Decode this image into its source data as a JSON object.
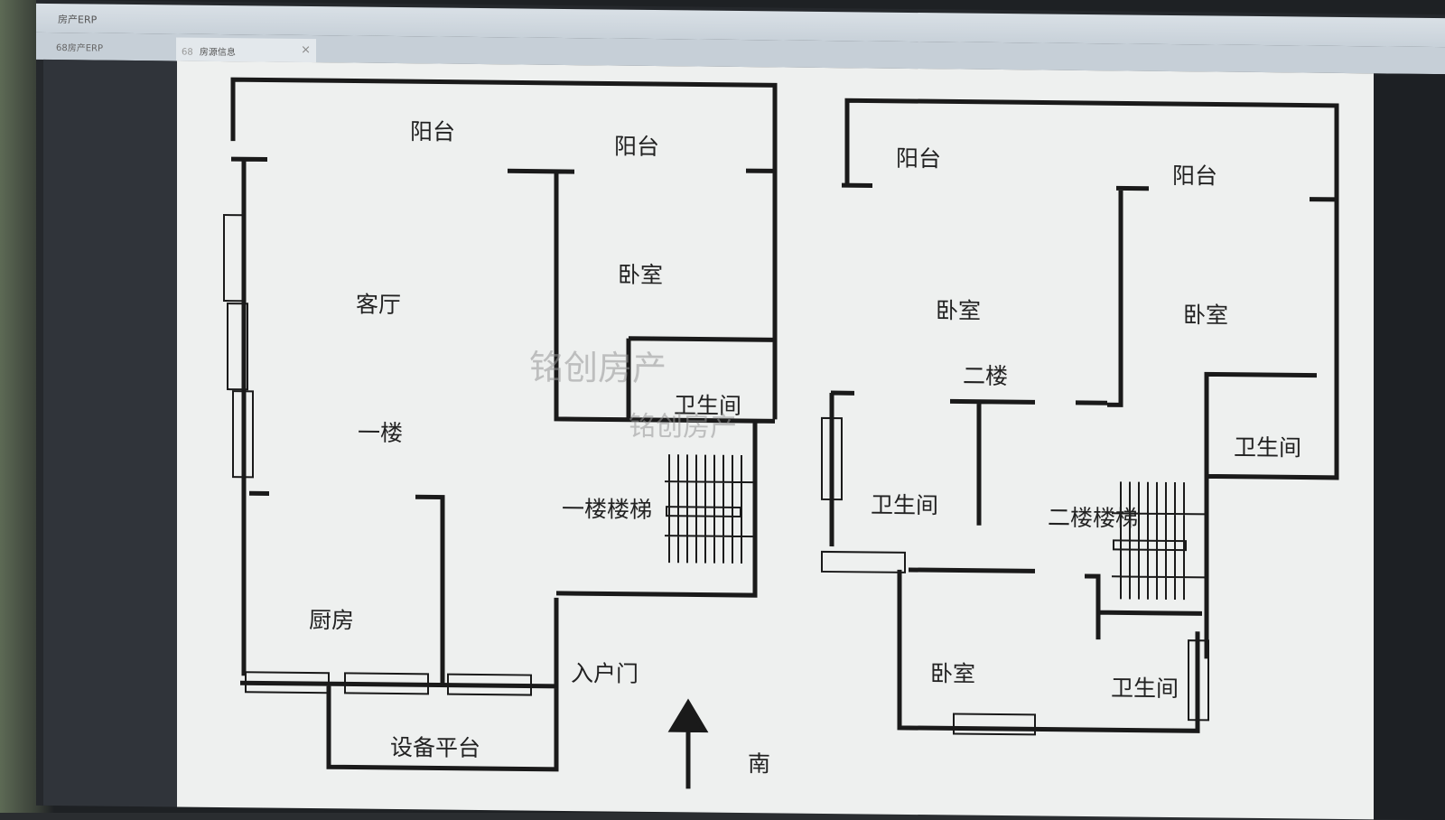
{
  "window": {
    "title": "房产ERP",
    "home_tab": "68房产ERP",
    "active_tab": {
      "icon": "68",
      "label": "房源信息",
      "close": "×"
    }
  },
  "plan": {
    "watermark": "铭创房产",
    "watermark2": "铭创房产",
    "floor1": {
      "balcony_a": "阳台",
      "balcony_b": "阳台",
      "bedroom": "卧室",
      "living": "客厅",
      "bathroom": "卫生间",
      "floor_label": "一楼",
      "stairs": "一楼楼梯",
      "kitchen": "厨房",
      "entrance": "入户门",
      "equipment": "设备平台"
    },
    "compass": "南",
    "floor2": {
      "balcony_a": "阳台",
      "balcony_b": "阳台",
      "bedroom_a": "卧室",
      "bedroom_b": "卧室",
      "floor_label": "二楼",
      "bathroom_a": "卫生间",
      "bathroom_b": "卫生间",
      "stairs": "二楼楼梯",
      "bedroom_c": "卧室",
      "bathroom_c": "卫生间"
    }
  }
}
